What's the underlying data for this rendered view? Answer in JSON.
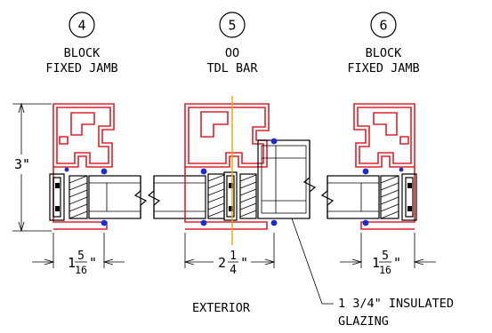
{
  "callouts": [
    {
      "number": "4",
      "line1": "BLOCK",
      "line2": "FIXED JAMB"
    },
    {
      "number": "5",
      "line1": "OO",
      "line2": "TDL BAR"
    },
    {
      "number": "6",
      "line1": "BLOCK",
      "line2": "FIXED JAMB"
    }
  ],
  "dimensions": {
    "height": "3\"",
    "left_width": {
      "whole": "1",
      "numerator": "5",
      "denominator": "16",
      "unit": "\""
    },
    "center_width": {
      "whole": "2",
      "numerator": "1",
      "denominator": "4",
      "unit": "\""
    },
    "right_width": {
      "whole": "1",
      "numerator": "5",
      "denominator": "16",
      "unit": "\""
    }
  },
  "labels": {
    "exterior": "EXTERIOR",
    "glazing_line1": "1 3/4\" INSULATED",
    "glazing_line2": "GLAZING"
  },
  "colors": {
    "frame": "#e0202a",
    "gasket": "#1a2ad8",
    "centerline": "#f5a000",
    "line": "#000000"
  }
}
